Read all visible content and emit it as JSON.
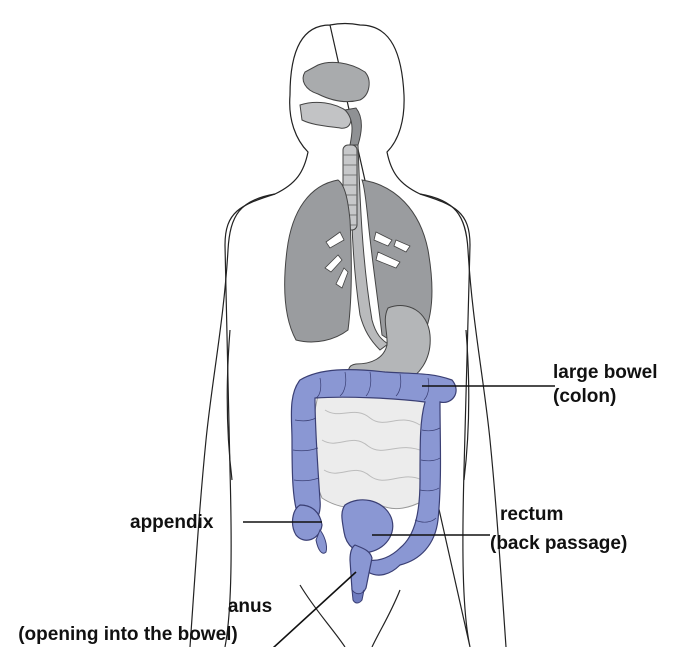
{
  "labels": {
    "large_bowel": "large bowel",
    "colon": "(colon)",
    "appendix": "appendix",
    "rectum": "rectum",
    "back_passage": "(back passage)",
    "anus": "anus",
    "anus_desc": "(opening into the bowel)"
  },
  "colors": {
    "outline": "#222222",
    "organ_fill": "#9ea0a3",
    "organ_dark": "#7f8184",
    "bowel_fill": "#8a97d3",
    "bowel_stroke": "#3a3f74",
    "small_bowel_fill": "#ececec",
    "text": "#111111",
    "background": "#ffffff"
  }
}
